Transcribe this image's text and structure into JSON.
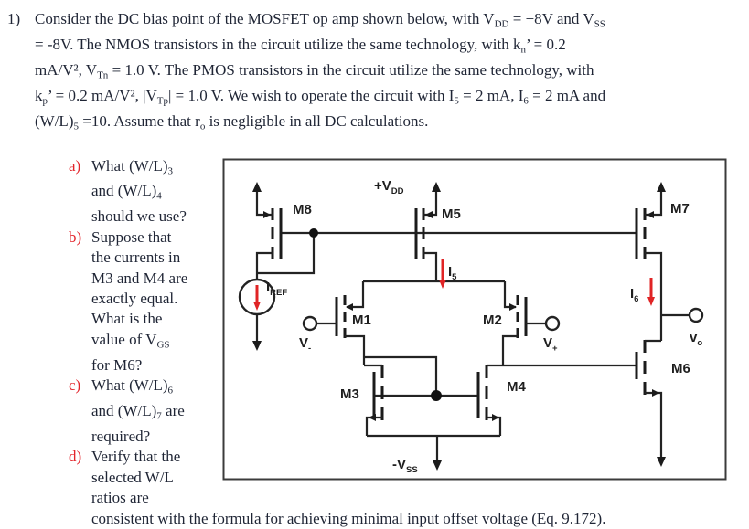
{
  "colors": {
    "marker_red": "#e3242b",
    "current_red": "#e02425",
    "line": "#232323",
    "text": "#1f2535"
  },
  "problem": {
    "number": "1)",
    "intro_segments": [
      {
        "t": "Consider the DC bias point of the MOSFET op amp shown below, with V"
      },
      {
        "t": "DD",
        "sub": true
      },
      {
        "t": " = +8V and V"
      },
      {
        "t": "SS",
        "sub": true
      },
      {
        "br": true
      },
      {
        "t": "= -8V. The NMOS transistors in the circuit utilize the same technology, with k"
      },
      {
        "t": "n",
        "sub": true
      },
      {
        "t": "’ = 0.2"
      },
      {
        "br": true
      },
      {
        "t": "mA/V², V"
      },
      {
        "t": "Tn",
        "sub": true
      },
      {
        "t": " = 1.0 V.  The PMOS transistors in the circuit utilize the same technology, with"
      },
      {
        "br": true
      },
      {
        "t": "k"
      },
      {
        "t": "p",
        "sub": true
      },
      {
        "t": "’ = 0.2 mA/V², |V"
      },
      {
        "t": "Tp",
        "sub": true
      },
      {
        "t": "| = 1.0 V.  We wish to operate the circuit with I"
      },
      {
        "t": "5",
        "sub": true
      },
      {
        "t": " = 2 mA, I"
      },
      {
        "t": "6",
        "sub": true
      },
      {
        "t": " = 2 mA and"
      },
      {
        "br": true
      },
      {
        "t": "(W/L)"
      },
      {
        "t": "5",
        "sub": true
      },
      {
        "t": " =10.  Assume that r"
      },
      {
        "t": "o",
        "sub": true
      },
      {
        "t": " is negligible in all DC calculations."
      }
    ],
    "items": [
      {
        "marker": "a)",
        "segments": [
          {
            "t": "What (W/L)"
          },
          {
            "t": "3",
            "sub": true
          },
          {
            "br": true
          },
          {
            "t": "and (W/L)"
          },
          {
            "t": "4",
            "sub": true
          },
          {
            "br": true
          },
          {
            "t": "should we use?"
          }
        ]
      },
      {
        "marker": "b)",
        "segments": [
          {
            "t": "Suppose that"
          },
          {
            "br": true
          },
          {
            "t": "the currents in"
          },
          {
            "br": true
          },
          {
            "t": "M3 and M4 are"
          },
          {
            "br": true
          },
          {
            "t": "exactly equal."
          },
          {
            "br": true
          },
          {
            "t": "What is the"
          },
          {
            "br": true
          },
          {
            "t": "value of V"
          },
          {
            "t": "GS",
            "sub": true
          },
          {
            "br": true
          },
          {
            "t": "for M6?"
          }
        ]
      },
      {
        "marker": "c)",
        "segments": [
          {
            "t": "What (W/L)"
          },
          {
            "t": "6",
            "sub": true
          },
          {
            "br": true
          },
          {
            "t": "and (W/L)"
          },
          {
            "t": "7",
            "sub": true
          },
          {
            "t": " are"
          },
          {
            "br": true
          },
          {
            "t": "required?"
          }
        ]
      },
      {
        "marker": "d)",
        "segments": [
          {
            "t": "Verify that the"
          },
          {
            "br": true
          },
          {
            "t": "selected W/L"
          },
          {
            "br": true
          },
          {
            "t": "ratios are"
          },
          {
            "br": true
          },
          {
            "t": "consistent with the formula for achieving minimal input offset voltage (Eq. 9.172)."
          }
        ]
      }
    ]
  },
  "circuit": {
    "labels": {
      "vdd": {
        "main": "+V",
        "sub": "DD"
      },
      "vss": {
        "main": "-V",
        "sub": "SS"
      },
      "iref": {
        "main": "I",
        "sub": "REF"
      },
      "i5": {
        "main": "I",
        "sub": "5"
      },
      "i6": {
        "main": "I",
        "sub": "6"
      },
      "vminus": {
        "main": "V",
        "sub": "-"
      },
      "vplus": {
        "main": "V",
        "sub": "+"
      },
      "vout": {
        "main": "v",
        "sub": "o"
      },
      "m1": {
        "main": "M1"
      },
      "m2": {
        "main": "M2"
      },
      "m3": {
        "main": "M3"
      },
      "m4": {
        "main": "M4"
      },
      "m5": {
        "main": "M5"
      },
      "m6": {
        "main": "M6"
      },
      "m7": {
        "main": "M7"
      },
      "m8": {
        "main": "M8"
      }
    }
  }
}
